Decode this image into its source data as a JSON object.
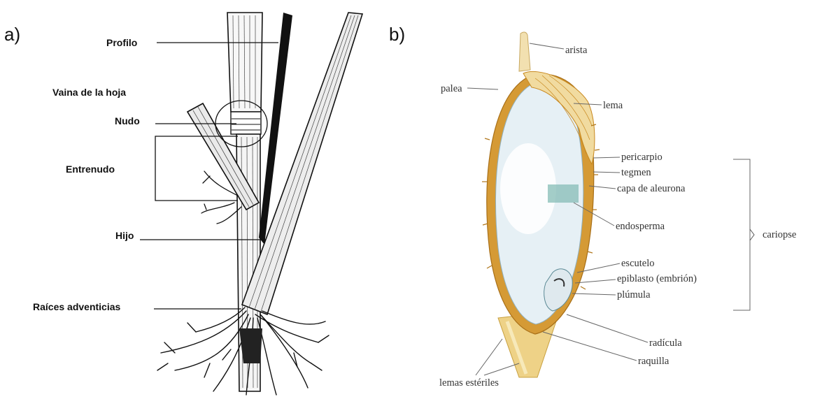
{
  "panel_a": {
    "letter": "a)",
    "labels": {
      "profilo": "Profilo",
      "vaina": "Vaina de la hoja",
      "nudo": "Nudo",
      "entrenudo": "Entrenudo",
      "hijo": "Hijo",
      "raices": "Raíces adventicias"
    }
  },
  "panel_b": {
    "letter": "b)",
    "labels": {
      "arista": "arista",
      "palea": "palea",
      "lema": "lema",
      "pericarpio": "pericarpio",
      "tegmen": "tegmen",
      "aleurona": "capa de aleurona",
      "endosperma": "endosperma",
      "cariopse": "cariopse",
      "escutelo": "escutelo",
      "epiblasto": "epiblasto (embrión)",
      "plumula": "plúmula",
      "radicula": "radícula",
      "raquilla": "raquilla",
      "lemas_esteriles": "lemas estériles"
    }
  },
  "colors": {
    "ink": "#111111",
    "husk_gold": "#e8c978",
    "husk_pale": "#f3dfa8",
    "husk_edge": "#c8881e",
    "endosperm": "#e6f0f5",
    "aleurone": "#7fb8b3",
    "label_serif": "#333333"
  }
}
